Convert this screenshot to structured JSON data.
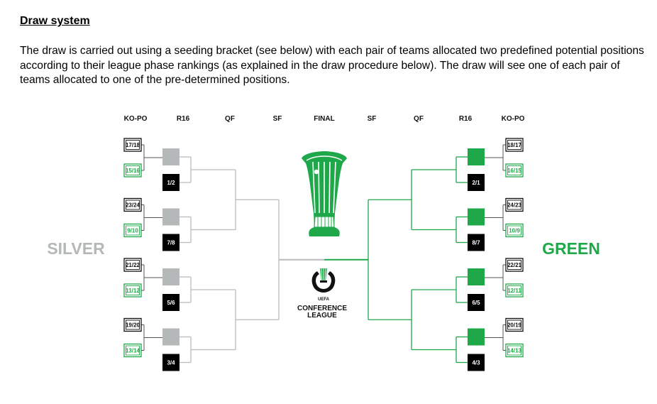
{
  "heading": "Draw system",
  "intro": "The draw is carried out using a seeding bracket (see below) with each pair of teams allocated two predefined potential positions according to their league phase rankings (as explained in the draw procedure below). The draw will see one of each pair of teams allocated to one of the pre-determined positions.",
  "bracket": {
    "round_headers_left": [
      "KO-PO",
      "R16",
      "QF",
      "SF"
    ],
    "final_header": "FINAL",
    "round_headers_right": [
      "SF",
      "QF",
      "R16",
      "KO-PO"
    ],
    "left_side_name": "SILVER",
    "right_side_name": "GREEN",
    "left_groups": [
      {
        "kopo_top": "17/18",
        "kopo_bottom": "15/16",
        "seed": "1/2"
      },
      {
        "kopo_top": "23/24",
        "kopo_bottom": "9/10",
        "seed": "7/8"
      },
      {
        "kopo_top": "21/22",
        "kopo_bottom": "11/12",
        "seed": "5/6"
      },
      {
        "kopo_top": "19/20",
        "kopo_bottom": "13/14",
        "seed": "3/4"
      }
    ],
    "right_groups": [
      {
        "kopo_top": "18/17",
        "kopo_bottom": "16/15",
        "seed": "2/1"
      },
      {
        "kopo_top": "24/23",
        "kopo_bottom": "10/9",
        "seed": "8/7"
      },
      {
        "kopo_top": "22/21",
        "kopo_bottom": "12/11",
        "seed": "6/5"
      },
      {
        "kopo_top": "20/19",
        "kopo_bottom": "14/13",
        "seed": "4/3"
      }
    ],
    "logo_text_line1": "CONFERENCE",
    "logo_text_line2": "LEAGUE",
    "logo_text_small": "UEFA",
    "colors": {
      "silver": "#b5b8b8",
      "green": "#1fa84a",
      "black": "#000000",
      "line_grey": "#b8bcbc"
    },
    "icons": [
      "conference-league-trophy-icon",
      "uefa-conference-league-logo-icon"
    ]
  }
}
